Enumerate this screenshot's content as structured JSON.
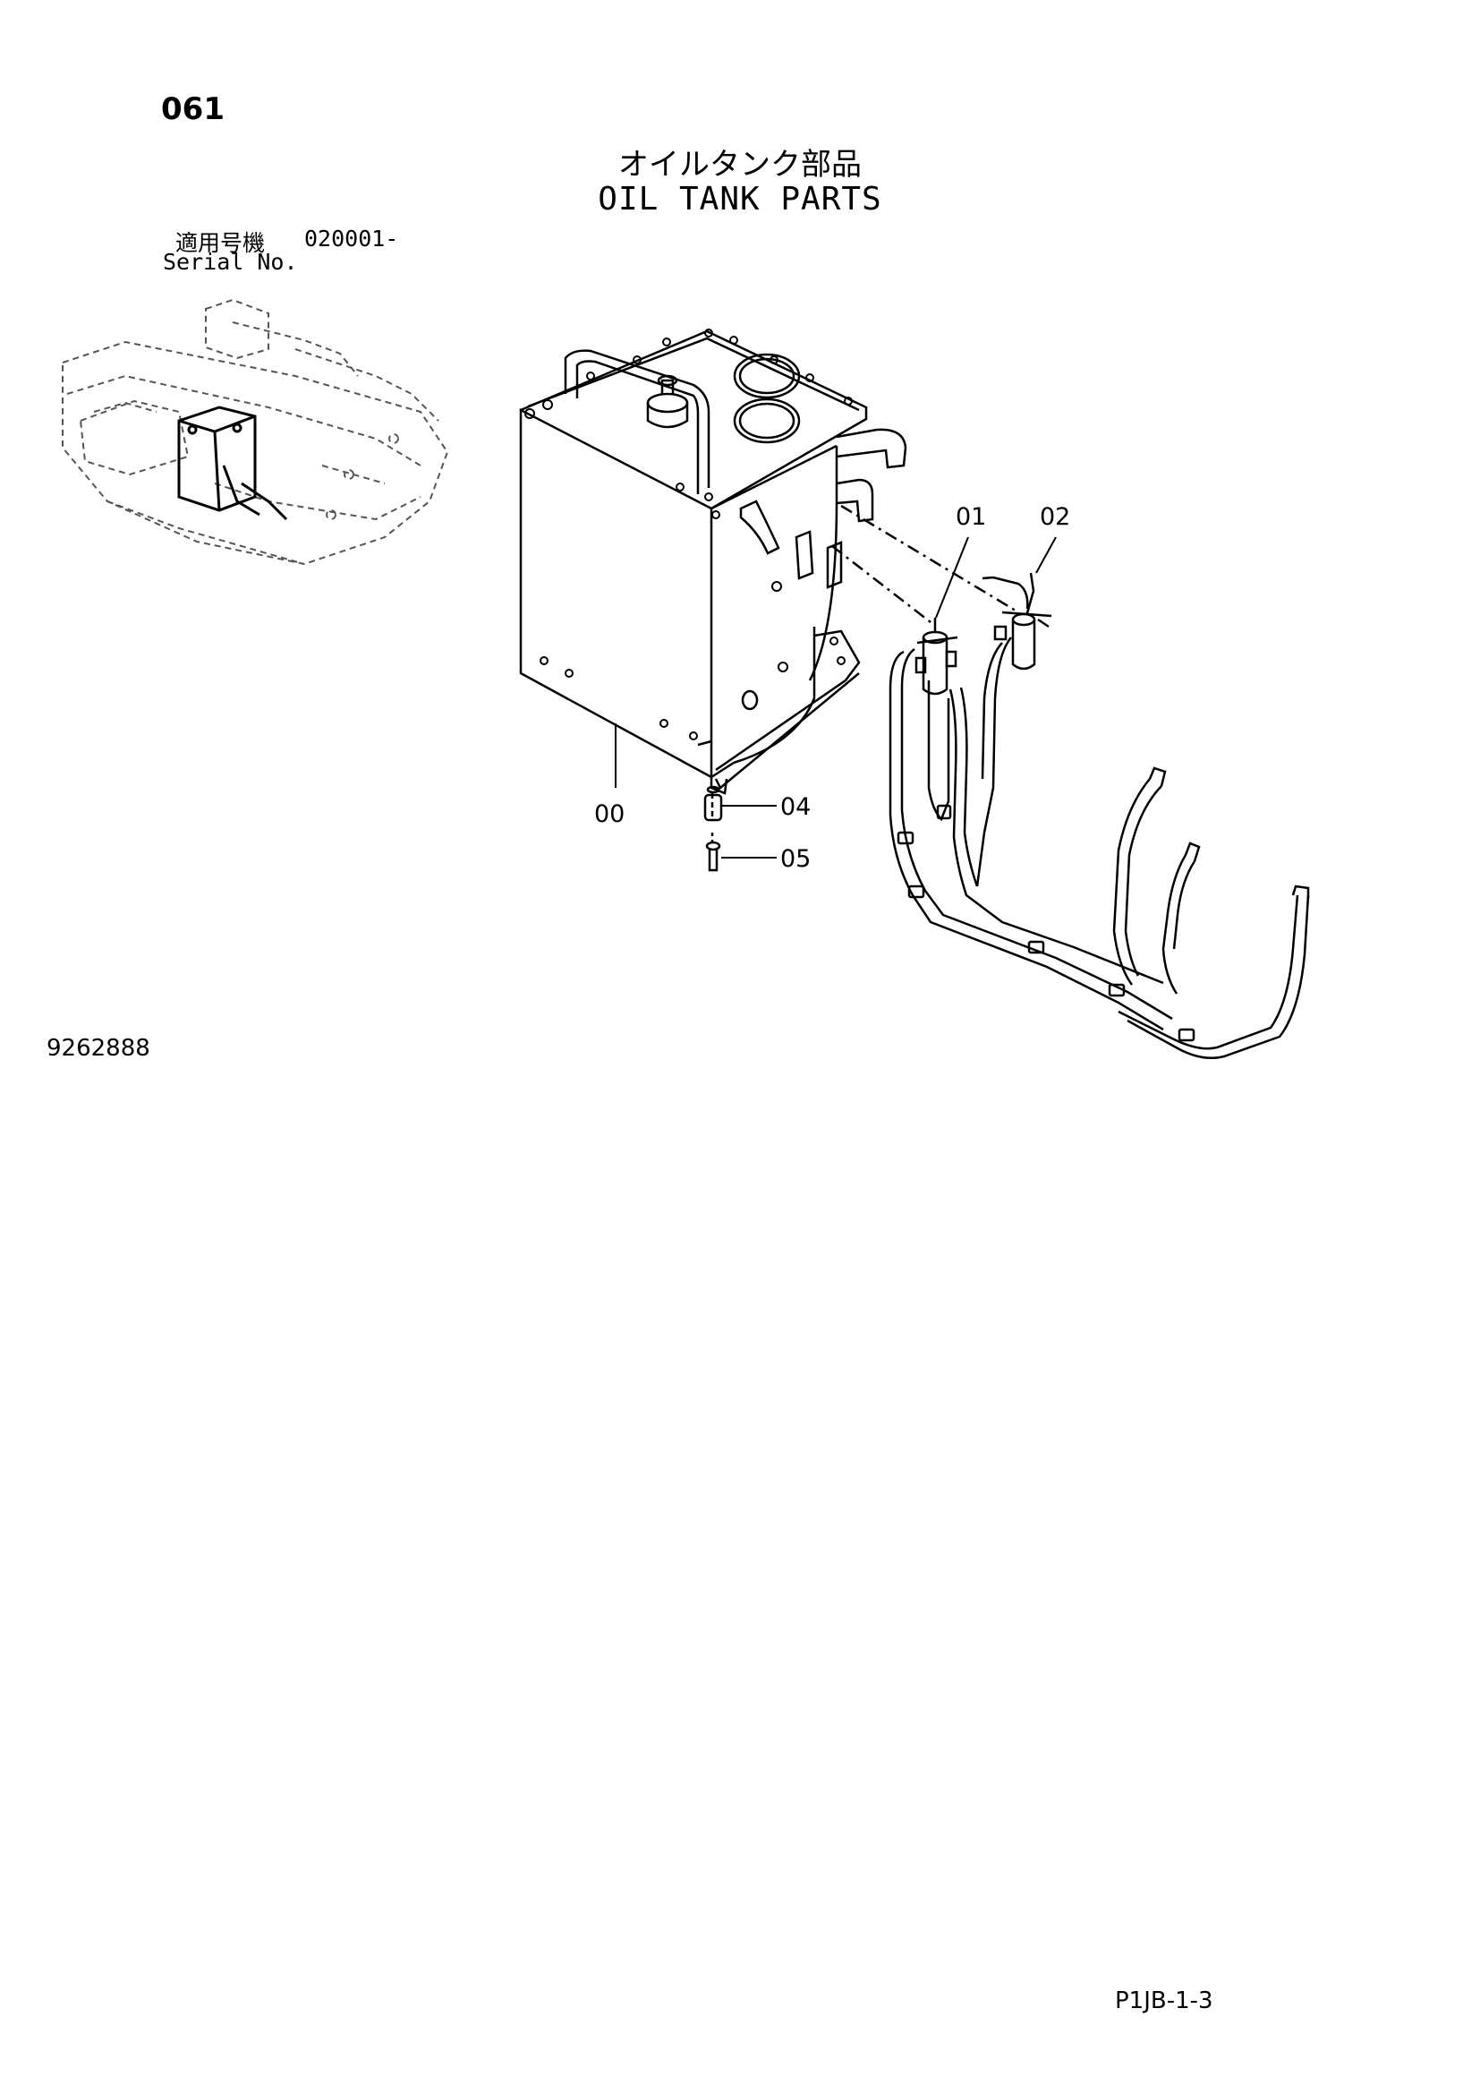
{
  "page": {
    "number": "061",
    "title_jp": "オイルタンク部品",
    "title_en": "OIL TANK PARTS",
    "serial_label_jp": "適用号機",
    "serial_code": "020001-",
    "serial_label_en": "Serial No.",
    "drawing_number": "9262888",
    "reference_code": "P1JB-1-3"
  },
  "callouts": [
    {
      "id": "00",
      "label": "00"
    },
    {
      "id": "01",
      "label": "01"
    },
    {
      "id": "02",
      "label": "02"
    },
    {
      "id": "04",
      "label": "04"
    },
    {
      "id": "05",
      "label": "05"
    }
  ],
  "colors": {
    "ink": "#000000",
    "paper": "#ffffff",
    "hidden_line": "#555555"
  }
}
